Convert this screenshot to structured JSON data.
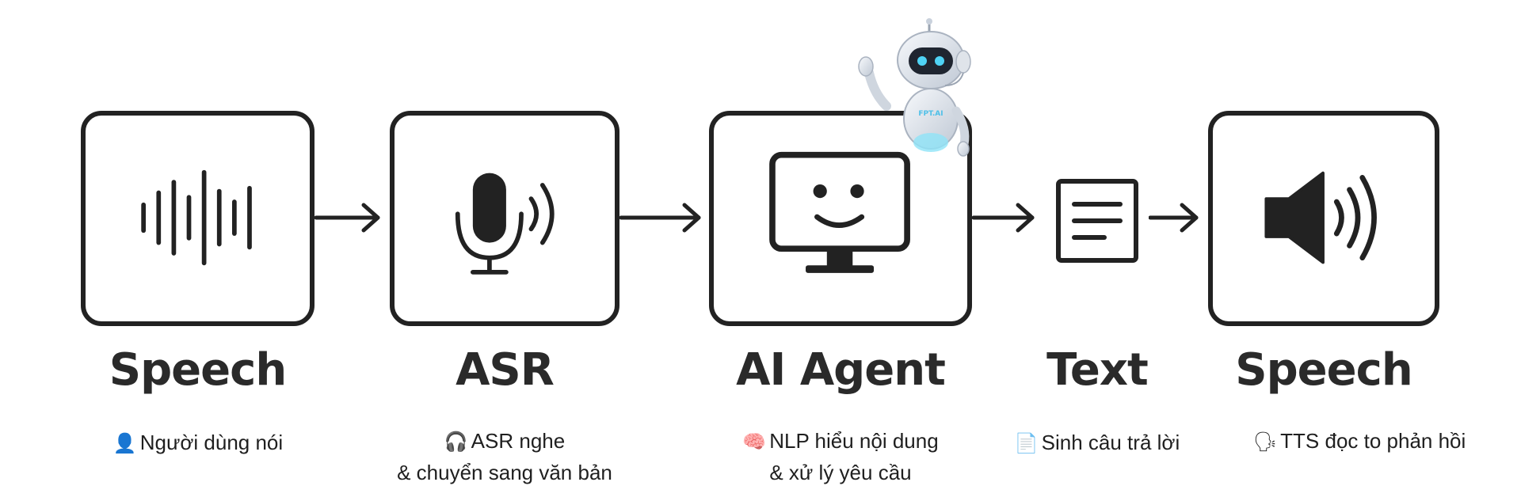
{
  "stages": [
    {
      "title": "Speech",
      "emoji": "👤",
      "line1": "Người dùng nói",
      "line2": ""
    },
    {
      "title": "ASR",
      "emoji": "🎧",
      "line1": "ASR nghe",
      "line2": "& chuyển sang văn bản"
    },
    {
      "title": "AI Agent",
      "emoji": "🧠",
      "line1": "NLP hiểu nội dung",
      "line2": "& xử lý yêu cầu"
    },
    {
      "title": "Text",
      "emoji": "📄",
      "line1": "Sinh câu trả lời",
      "line2": ""
    },
    {
      "title": "Speech",
      "emoji": "🗣",
      "line1": "TTS đọc to phản hồi",
      "line2": ""
    }
  ],
  "robot": {
    "chest_text": "FPT.AI"
  },
  "icons": {
    "stage_1": "sound-wave-icon",
    "stage_2": "microphone-icon",
    "stage_3": "smiling-monitor-icon",
    "stage_4": "document-icon",
    "stage_5": "speaker-icon"
  },
  "colors": {
    "stroke": "#222222",
    "robot_eyes": "#4fd3f5",
    "robot_body": "#e8ecf2"
  }
}
